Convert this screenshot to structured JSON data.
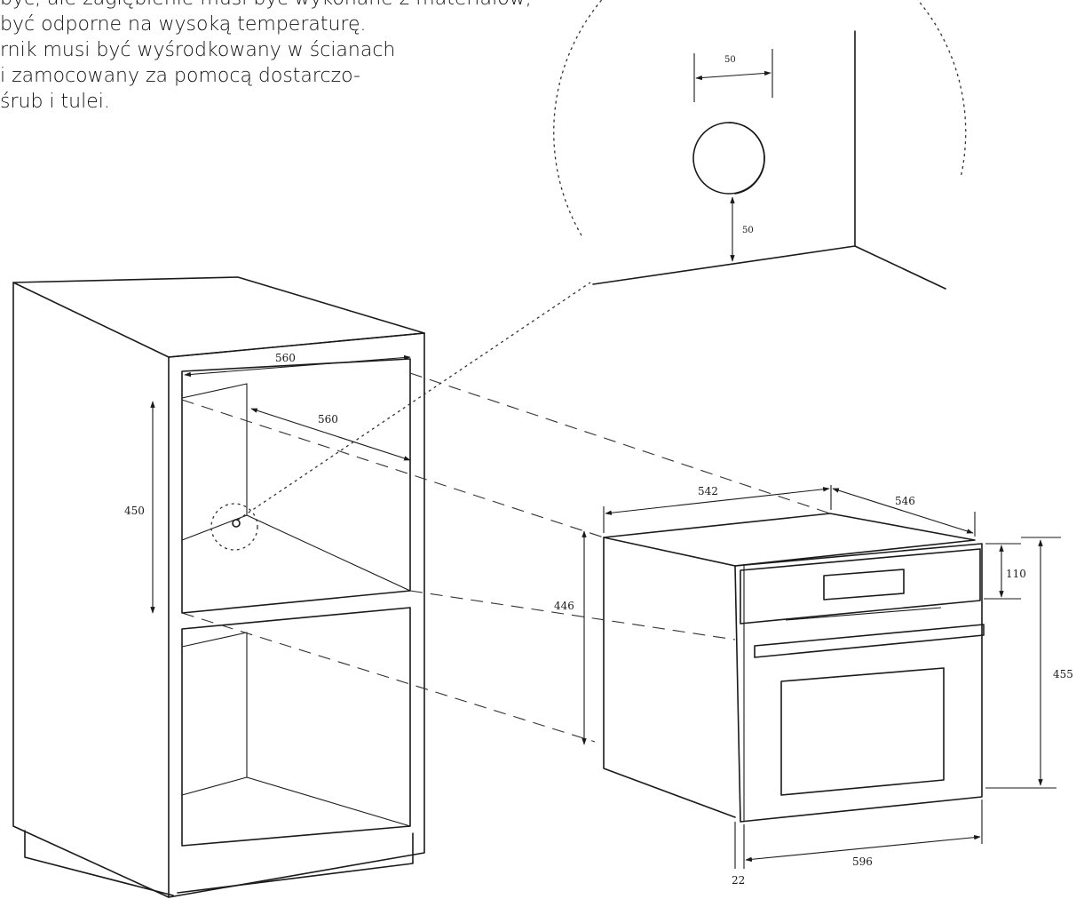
{
  "intro_text": [
    "być, ale zagłębienie musi być wykonane z materiałów,",
    "być odporne na wysoką temperaturę.",
    "rnik musi być wyśrodkowany w ścianach",
    " i zamocowany za pomocą dostarczo-",
    "śrub i tulei."
  ],
  "dimensions": {
    "cabinet_width": "560",
    "cabinet_depth": "560",
    "cabinet_height": "450",
    "oven_body_width": "542",
    "oven_body_depth": "546",
    "oven_body_height": "446",
    "control_panel_height": "110",
    "oven_front_height": "455",
    "oven_front_width": "596",
    "front_panel_thickness": "22",
    "detail_offset_horizontal": "50",
    "detail_offset_vertical": "50"
  }
}
